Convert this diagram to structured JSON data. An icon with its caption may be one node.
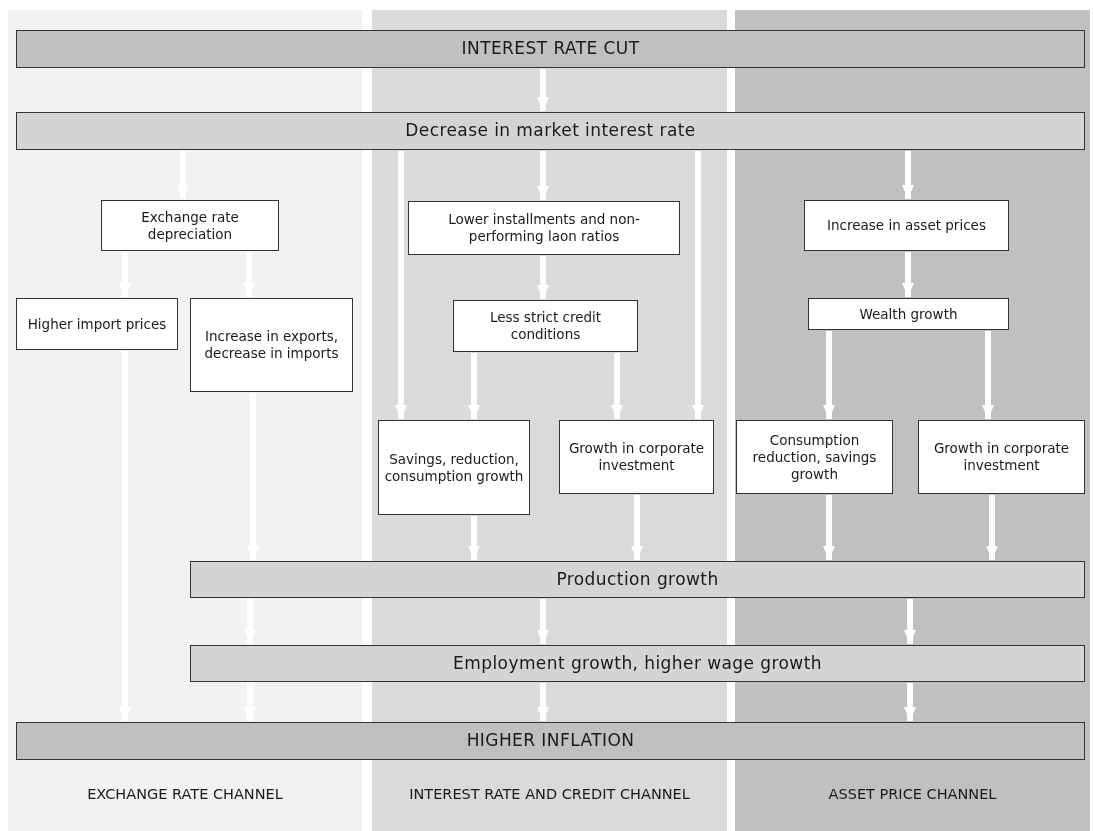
{
  "diagram": {
    "nodes": [
      {
        "text": [
          "INTEREST RATE CUT"
        ]
      },
      {
        "text": [
          "Decrease in market interest rate"
        ]
      },
      {
        "text": [
          "Exchange rate depreciation"
        ]
      },
      {
        "text": [
          "Lower installments and non-performing laon ratios"
        ]
      },
      {
        "text": [
          "Increase in asset prices"
        ]
      },
      {
        "text": [
          "Higher import prices"
        ]
      },
      {
        "text": [
          "Increase in exports, decrease in imports"
        ]
      },
      {
        "text": [
          "Less strict credit conditions"
        ]
      },
      {
        "text": [
          "Wealth growth"
        ]
      },
      {
        "text": [
          "Savings, reduction, consumption growth"
        ]
      },
      {
        "text": [
          "Growth in corporate investment"
        ]
      },
      {
        "text": [
          "Consumption reduction, savings growth"
        ]
      },
      {
        "text": [
          "Growth in corporate investment"
        ]
      },
      {
        "text": [
          "Production growth"
        ]
      },
      {
        "text": [
          "Employment growth, higher wage growth"
        ]
      },
      {
        "text": [
          "HIGHER INFLATION"
        ]
      }
    ],
    "edges": [
      {
        "from": 0,
        "to": 1,
        "arrow": "to"
      },
      {
        "from": 1,
        "to": 2,
        "arrow": "to"
      },
      {
        "from": 1,
        "to": 9,
        "arrow": "to"
      },
      {
        "from": 1,
        "to": 3,
        "arrow": "to"
      },
      {
        "from": 1,
        "to": 10,
        "arrow": "to"
      },
      {
        "from": 1,
        "to": 4,
        "arrow": "to"
      },
      {
        "from": 2,
        "to": 5,
        "arrow": "to"
      },
      {
        "from": 2,
        "to": 6,
        "arrow": "to"
      },
      {
        "from": 3,
        "to": 7,
        "arrow": "to"
      },
      {
        "from": 4,
        "to": 8,
        "arrow": "to"
      },
      {
        "from": 5,
        "to": 15,
        "arrow": "to"
      },
      {
        "from": 6,
        "to": 13,
        "arrow": "to"
      },
      {
        "from": 7,
        "to": 9,
        "arrow": "to"
      },
      {
        "from": 7,
        "to": 10,
        "arrow": "to"
      },
      {
        "from": 8,
        "to": 11,
        "arrow": "to"
      },
      {
        "from": 8,
        "to": 12,
        "arrow": "to"
      },
      {
        "from": 9,
        "to": 13,
        "arrow": "to"
      },
      {
        "from": 10,
        "to": 13,
        "arrow": "to"
      },
      {
        "from": 11,
        "to": 13,
        "arrow": "to"
      },
      {
        "from": 12,
        "to": 13,
        "arrow": "to"
      },
      {
        "from": 13,
        "to": 14,
        "arrow": "to"
      },
      {
        "from": 13,
        "to": 14,
        "arrow": "to"
      },
      {
        "from": 13,
        "to": 14,
        "arrow": "to"
      },
      {
        "from": 14,
        "to": 15,
        "arrow": "to"
      },
      {
        "from": 14,
        "to": 15,
        "arrow": "to"
      },
      {
        "from": 14,
        "to": 15,
        "arrow": "to"
      }
    ],
    "labels": [
      "EXCHANGE RATE CHANNEL",
      "INTEREST RATE AND CREDIT CHANNEL",
      "ASSET PRICE CHANNEL"
    ]
  }
}
